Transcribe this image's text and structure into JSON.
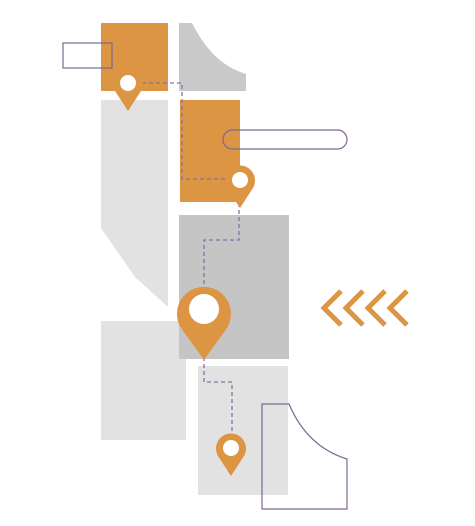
{
  "illustration": {
    "kind": "map-route-illustration",
    "colors": {
      "background": "#ffffff",
      "accent": "#DC9542",
      "block_light": "#E2E2E2",
      "block_mid": "#C5C5C5",
      "route_line": "#8A6FA0",
      "outline": "#7E6693",
      "pin_hole": "#ffffff"
    },
    "icons": [
      "location-pin-icon",
      "chevrons-left-icon"
    ],
    "pins": [
      {
        "name": "pin-start",
        "size": "small"
      },
      {
        "name": "pin-second",
        "size": "small"
      },
      {
        "name": "pin-main",
        "size": "large"
      },
      {
        "name": "pin-end",
        "size": "small"
      }
    ],
    "chevron_count": 4
  }
}
